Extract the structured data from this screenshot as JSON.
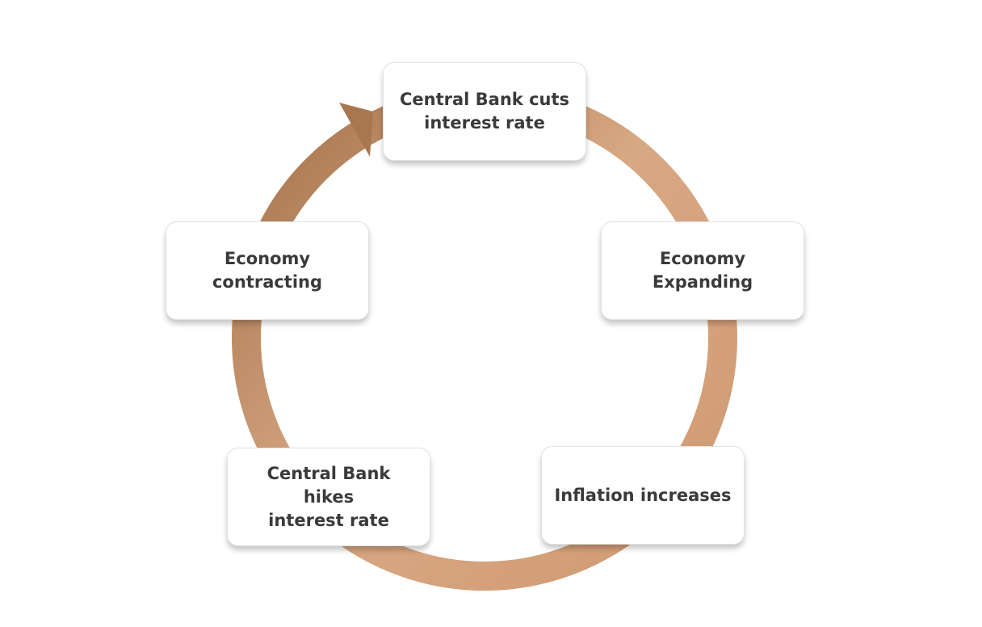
{
  "diagram": {
    "type": "cycle",
    "direction": "clockwise",
    "nodes": [
      {
        "id": "cuts",
        "label": "Central Bank cuts\ninterest rate"
      },
      {
        "id": "expanding",
        "label": "Economy\nExpanding"
      },
      {
        "id": "inflation",
        "label": "Inflation increases"
      },
      {
        "id": "hikes",
        "label": "Central Bank hikes\ninterest rate"
      },
      {
        "id": "contracting",
        "label": "Economy\ncontracting"
      }
    ],
    "edges": [
      {
        "from": "cuts",
        "to": "expanding"
      },
      {
        "from": "expanding",
        "to": "inflation"
      },
      {
        "from": "inflation",
        "to": "hikes"
      },
      {
        "from": "hikes",
        "to": "contracting"
      },
      {
        "from": "contracting",
        "to": "cuts"
      }
    ],
    "colors": {
      "ring_light": "#dfb08a",
      "ring_mid": "#d09a72",
      "ring_dark": "#a87750",
      "node_fill": "#ffffff",
      "node_text": "#3a3a3a"
    }
  }
}
